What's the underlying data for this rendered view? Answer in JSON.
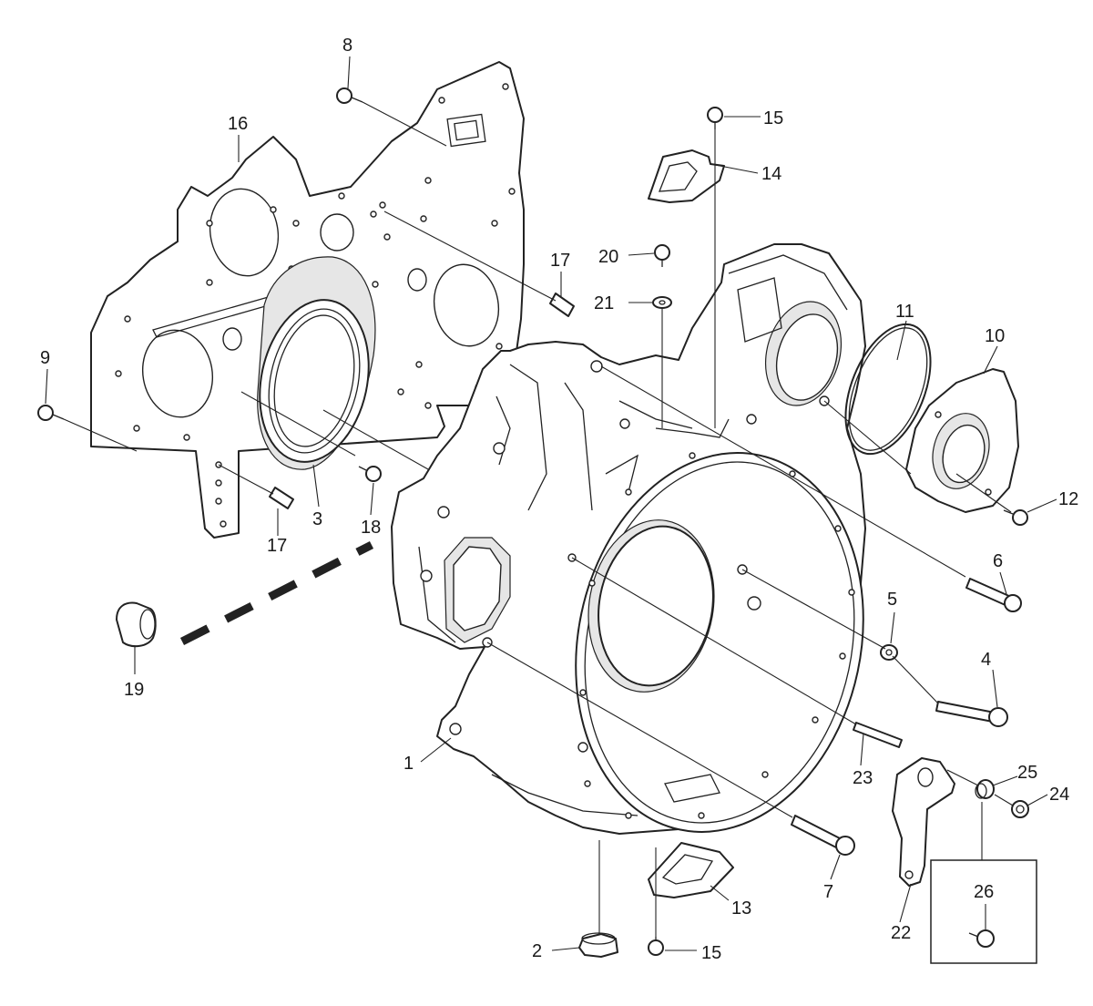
{
  "callouts": [
    {
      "id": "c1",
      "label": "1"
    },
    {
      "id": "c2",
      "label": "2"
    },
    {
      "id": "c3",
      "label": "3"
    },
    {
      "id": "c4",
      "label": "4"
    },
    {
      "id": "c5",
      "label": "5"
    },
    {
      "id": "c6",
      "label": "6"
    },
    {
      "id": "c7",
      "label": "7"
    },
    {
      "id": "c8",
      "label": "8"
    },
    {
      "id": "c9",
      "label": "9"
    },
    {
      "id": "c10",
      "label": "10"
    },
    {
      "id": "c11",
      "label": "11"
    },
    {
      "id": "c12",
      "label": "12"
    },
    {
      "id": "c13",
      "label": "13"
    },
    {
      "id": "c14",
      "label": "14"
    },
    {
      "id": "c15a",
      "label": "15"
    },
    {
      "id": "c15b",
      "label": "15"
    },
    {
      "id": "c16",
      "label": "16"
    },
    {
      "id": "c17a",
      "label": "17"
    },
    {
      "id": "c17b",
      "label": "17"
    },
    {
      "id": "c18",
      "label": "18"
    },
    {
      "id": "c19",
      "label": "19"
    },
    {
      "id": "c20",
      "label": "20"
    },
    {
      "id": "c21",
      "label": "21"
    },
    {
      "id": "c22",
      "label": "22"
    },
    {
      "id": "c23",
      "label": "23"
    },
    {
      "id": "c24",
      "label": "24"
    },
    {
      "id": "c25",
      "label": "25"
    },
    {
      "id": "c26",
      "label": "26"
    }
  ]
}
